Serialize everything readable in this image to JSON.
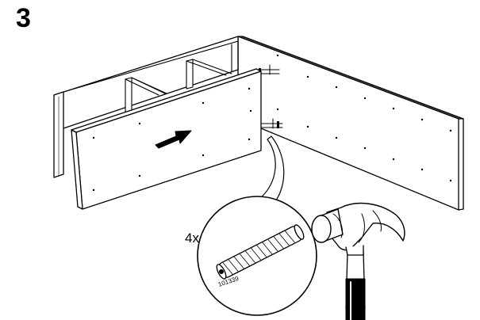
{
  "step": {
    "number": "3"
  },
  "detail": {
    "quantity": "4x",
    "part_number": "101339"
  },
  "icons": [
    "arrow-right-icon",
    "hammer-icon",
    "wooden-dowel-icon"
  ]
}
